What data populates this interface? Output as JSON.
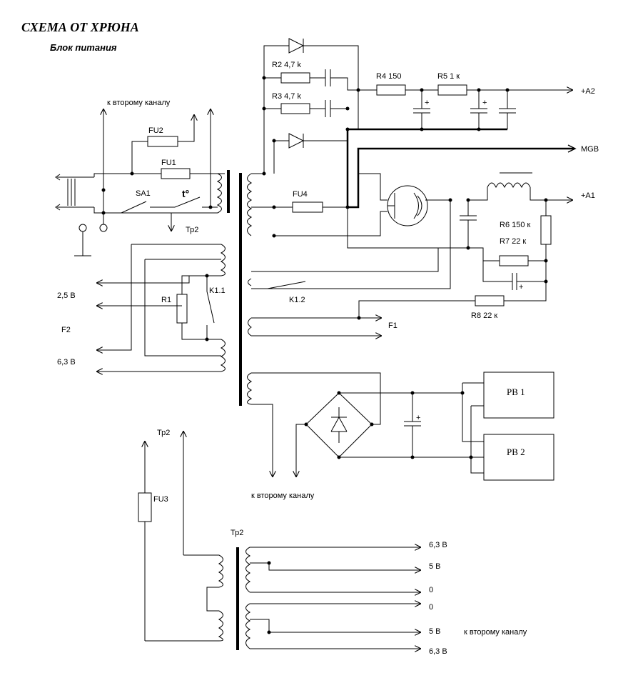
{
  "header": {
    "title": "СХЕМА ОТ ХРЮНА",
    "subtitle": "Блок питания"
  },
  "labels": {
    "to_second_channel_top": "к второму каналу",
    "fu2": "FU2",
    "fu1": "FU1",
    "sa1": "SA1",
    "thermo": "t°",
    "tr2_top": "Тр2",
    "r2": "R2  4,7 k",
    "r3": "R3  4,7 k",
    "r4": "R4  150",
    "r5": "R5  1 к",
    "a2": "+A2",
    "mgb": "MGB",
    "fu4": "FU4",
    "a1": "+A1",
    "r6": "R6 150 к",
    "r7": "R7  22 к",
    "r8": "R8  22 к",
    "k11": "K1.1",
    "k12": "K1.2",
    "r1": "R1",
    "v25": "2,5 В",
    "f2": "F2",
    "v63_left": "6,3 В",
    "f1": "F1",
    "rv1": "РВ 1",
    "rv2": "РВ 2",
    "to_second_channel_mid": "к второму каналу",
    "tr2_left": "Тр2",
    "fu3": "FU3",
    "tr2_bottom": "Тр2",
    "out_63_top": "6,3 В",
    "out_5_top": "5 В",
    "out_0_a": "0",
    "out_0_b": "0",
    "out_5_bottom": "5 В",
    "to_second_channel_bottom": "к второму каналу",
    "out_63_bottom": "6,3 В"
  }
}
